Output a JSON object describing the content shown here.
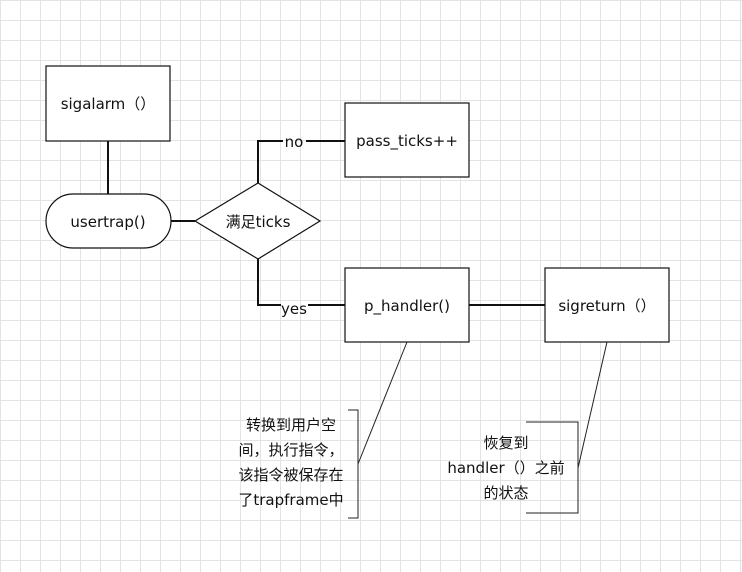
{
  "nodes": {
    "sigalarm": "sigalarm（）",
    "usertrap": "usertrap()",
    "condition": "满足ticks",
    "pass_ticks": "pass_ticks++",
    "p_handler": "p_handler()",
    "sigreturn": "sigreturn（）"
  },
  "edges": {
    "no": "no",
    "yes": "yes"
  },
  "notes": {
    "switch_note": [
      "转换到用户空",
      "间，执行指令，",
      "该指令被保存在",
      "了trapframe中"
    ],
    "restore_note": [
      "恢复到",
      "handler（）之前",
      "的状态"
    ]
  }
}
